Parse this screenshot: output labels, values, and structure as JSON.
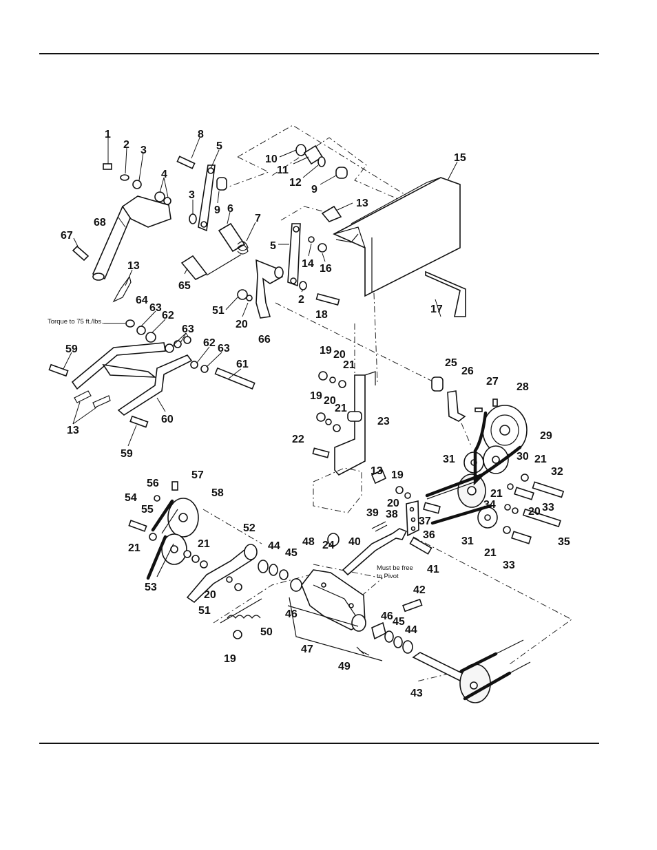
{
  "notes": {
    "torque": "Torque to 75 ft./lbs.",
    "pivot_line1": "Must be free",
    "pivot_line2": "to Pivot"
  },
  "callouts": [
    {
      "id": "c1",
      "label": "1"
    },
    {
      "id": "c2a",
      "label": "2"
    },
    {
      "id": "c3a",
      "label": "3"
    },
    {
      "id": "c4",
      "label": "4"
    },
    {
      "id": "c8",
      "label": "8"
    },
    {
      "id": "c5a",
      "label": "5"
    },
    {
      "id": "c3b",
      "label": "3"
    },
    {
      "id": "c9a",
      "label": "9"
    },
    {
      "id": "c6",
      "label": "6"
    },
    {
      "id": "c7",
      "label": "7"
    },
    {
      "id": "c68",
      "label": "68"
    },
    {
      "id": "c67",
      "label": "67"
    },
    {
      "id": "c13a",
      "label": "13"
    },
    {
      "id": "c65",
      "label": "65"
    },
    {
      "id": "c10",
      "label": "10"
    },
    {
      "id": "c11",
      "label": "11"
    },
    {
      "id": "c12",
      "label": "12"
    },
    {
      "id": "c9b",
      "label": "9"
    },
    {
      "id": "c15",
      "label": "15"
    },
    {
      "id": "c13b",
      "label": "13"
    },
    {
      "id": "c5b",
      "label": "5"
    },
    {
      "id": "c14",
      "label": "14"
    },
    {
      "id": "c16",
      "label": "16"
    },
    {
      "id": "c2b",
      "label": "2"
    },
    {
      "id": "c18",
      "label": "18"
    },
    {
      "id": "c17",
      "label": "17"
    },
    {
      "id": "c51a",
      "label": "51"
    },
    {
      "id": "c20a",
      "label": "20"
    },
    {
      "id": "c66",
      "label": "66"
    },
    {
      "id": "c64",
      "label": "64"
    },
    {
      "id": "c63a",
      "label": "63"
    },
    {
      "id": "c62a",
      "label": "62"
    },
    {
      "id": "c63b",
      "label": "63"
    },
    {
      "id": "c62b",
      "label": "62"
    },
    {
      "id": "c63c",
      "label": "63"
    },
    {
      "id": "c59a",
      "label": "59"
    },
    {
      "id": "c61",
      "label": "61"
    },
    {
      "id": "c13c",
      "label": "13"
    },
    {
      "id": "c60",
      "label": "60"
    },
    {
      "id": "c59b",
      "label": "59"
    },
    {
      "id": "c19a",
      "label": "19"
    },
    {
      "id": "c20b",
      "label": "20"
    },
    {
      "id": "c21a",
      "label": "21"
    },
    {
      "id": "c19b",
      "label": "19"
    },
    {
      "id": "c20c",
      "label": "20"
    },
    {
      "id": "c21b",
      "label": "21"
    },
    {
      "id": "c23",
      "label": "23"
    },
    {
      "id": "c22",
      "label": "22"
    },
    {
      "id": "c25",
      "label": "25"
    },
    {
      "id": "c26",
      "label": "26"
    },
    {
      "id": "c27",
      "label": "27"
    },
    {
      "id": "c28",
      "label": "28"
    },
    {
      "id": "c29",
      "label": "29"
    },
    {
      "id": "c31a",
      "label": "31"
    },
    {
      "id": "c30",
      "label": "30"
    },
    {
      "id": "c21c",
      "label": "21"
    },
    {
      "id": "c32",
      "label": "32"
    },
    {
      "id": "c21d",
      "label": "21"
    },
    {
      "id": "c33a",
      "label": "33"
    },
    {
      "id": "c34",
      "label": "34"
    },
    {
      "id": "c20d",
      "label": "20"
    },
    {
      "id": "c31b",
      "label": "31"
    },
    {
      "id": "c36",
      "label": "36"
    },
    {
      "id": "c35",
      "label": "35"
    },
    {
      "id": "c21e",
      "label": "21"
    },
    {
      "id": "c33b",
      "label": "33"
    },
    {
      "id": "c13d",
      "label": "13"
    },
    {
      "id": "c19c",
      "label": "19"
    },
    {
      "id": "c20e",
      "label": "20"
    },
    {
      "id": "c37",
      "label": "37"
    },
    {
      "id": "c39",
      "label": "39"
    },
    {
      "id": "c38",
      "label": "38"
    },
    {
      "id": "c40",
      "label": "40"
    },
    {
      "id": "c41",
      "label": "41"
    },
    {
      "id": "c56",
      "label": "56"
    },
    {
      "id": "c57",
      "label": "57"
    },
    {
      "id": "c58",
      "label": "58"
    },
    {
      "id": "c54",
      "label": "54"
    },
    {
      "id": "c55",
      "label": "55"
    },
    {
      "id": "c52",
      "label": "52"
    },
    {
      "id": "c21f",
      "label": "21"
    },
    {
      "id": "c21g",
      "label": "21"
    },
    {
      "id": "c44a",
      "label": "44"
    },
    {
      "id": "c45a",
      "label": "45"
    },
    {
      "id": "c48",
      "label": "48"
    },
    {
      "id": "c24",
      "label": "24"
    },
    {
      "id": "c53",
      "label": "53"
    },
    {
      "id": "c20f",
      "label": "20"
    },
    {
      "id": "c51b",
      "label": "51"
    },
    {
      "id": "c42",
      "label": "42"
    },
    {
      "id": "c46a",
      "label": "46"
    },
    {
      "id": "c46b",
      "label": "46"
    },
    {
      "id": "c45b",
      "label": "45"
    },
    {
      "id": "c44b",
      "label": "44"
    },
    {
      "id": "c50",
      "label": "50"
    },
    {
      "id": "c47",
      "label": "47"
    },
    {
      "id": "c19d",
      "label": "19"
    },
    {
      "id": "c49",
      "label": "49"
    },
    {
      "id": "c43",
      "label": "43"
    }
  ]
}
